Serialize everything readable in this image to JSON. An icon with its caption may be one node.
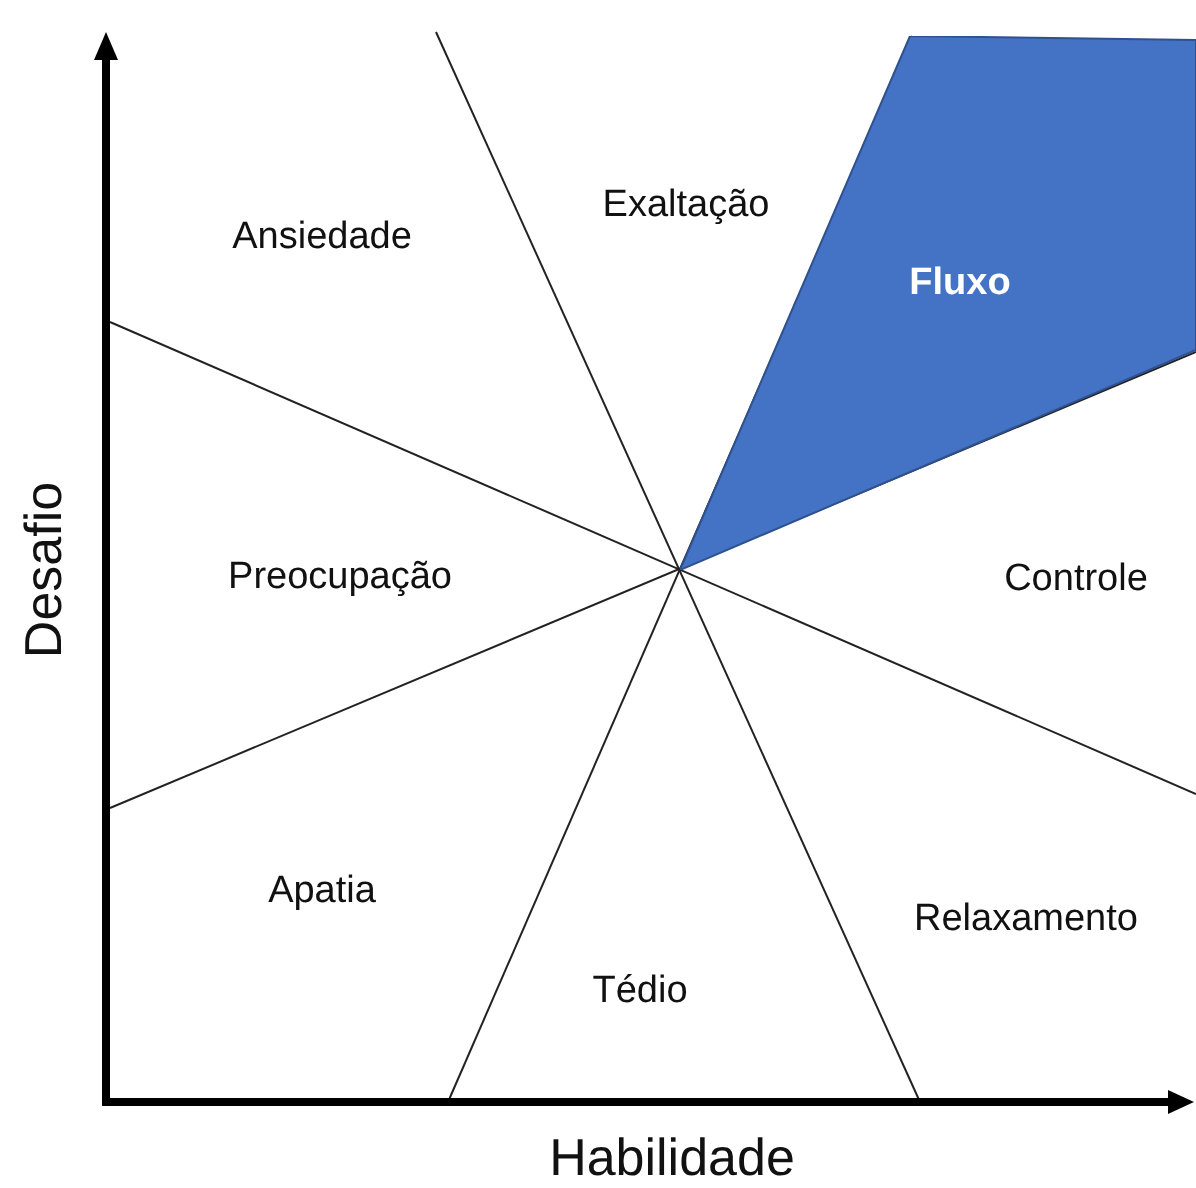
{
  "diagram": {
    "nodes": [
      {
        "text": [
          "Fluxo"
        ]
      }
    ],
    "labels": [
      "Exaltação",
      "Ansiedade",
      "Preocupação",
      "Controle",
      "Apatia",
      "Relaxamento",
      "Tédio",
      "Desafio",
      "Habilidade"
    ]
  }
}
